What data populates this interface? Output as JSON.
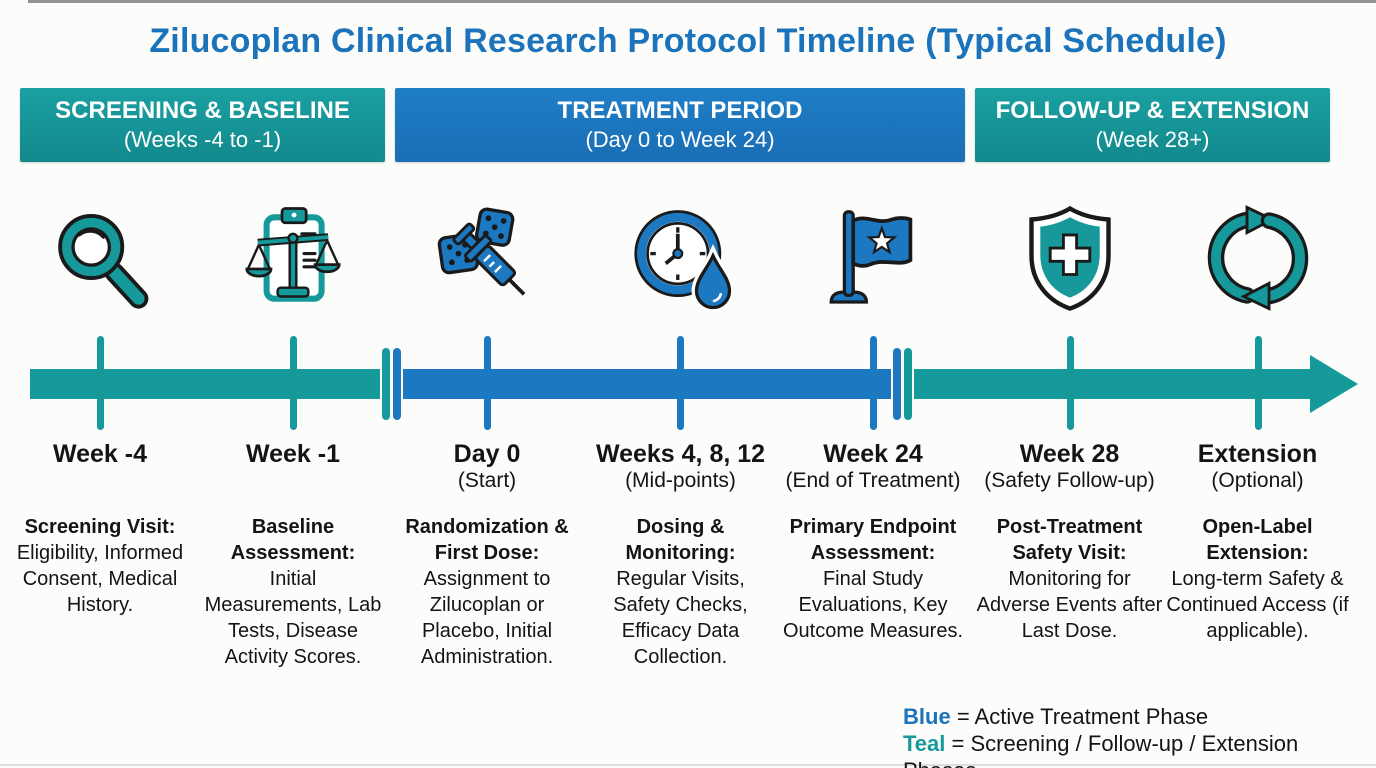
{
  "title": "Zilucoplan Clinical Research Protocol Timeline (Typical Schedule)",
  "colors": {
    "blue": "#1d78c2",
    "teal": "#16999b",
    "title_blue": "#1b74bb",
    "text": "#141414",
    "background": "#fcfcfa"
  },
  "phases": [
    {
      "name": "SCREENING & BASELINE",
      "range": "(Weeks -4 to -1)",
      "color": "teal"
    },
    {
      "name": "TREATMENT PERIOD",
      "range": "(Day 0 to Week 24)",
      "color": "blue"
    },
    {
      "name": "FOLLOW-UP & EXTENSION",
      "range": "(Week 28+)",
      "color": "teal"
    }
  ],
  "milestones": [
    {
      "icon": "magnifier-icon",
      "label": "Week -4",
      "sublabel": "",
      "heading": "Screening Visit:",
      "body": "Eligibility, Informed Consent, Medical History.",
      "color": "teal"
    },
    {
      "icon": "balance-clipboard-icon",
      "label": "Week -1",
      "sublabel": "",
      "heading": "Baseline Assessment:",
      "body": "Initial Measurements, Lab Tests, Disease Activity Scores.",
      "color": "teal"
    },
    {
      "icon": "dice-syringe-icon",
      "label": "Day 0",
      "sublabel": "(Start)",
      "heading": "Randomization & First Dose:",
      "body": "Assignment to Zilucoplan or Placebo, Initial Administration.",
      "color": "blue"
    },
    {
      "icon": "clock-droplet-icon",
      "label": "Weeks 4, 8, 12",
      "sublabel": "(Mid-points)",
      "heading": "Dosing & Monitoring:",
      "body": "Regular Visits, Safety Checks, Efficacy Data Collection.",
      "color": "blue"
    },
    {
      "icon": "flag-star-icon",
      "label": "Week 24",
      "sublabel": "(End of Treatment)",
      "heading": "Primary Endpoint Assessment:",
      "body": "Final Study Evaluations, Key Outcome Measures.",
      "color": "blue"
    },
    {
      "icon": "shield-cross-icon",
      "label": "Week 28",
      "sublabel": "(Safety Follow-up)",
      "heading": "Post-Treatment Safety Visit:",
      "body": "Monitoring for Adverse Events after Last Dose.",
      "color": "teal"
    },
    {
      "icon": "cycle-arrows-icon",
      "label": "Extension",
      "sublabel": "(Optional)",
      "heading": "Open-Label Extension:",
      "body": "Long-term Safety & Continued Access (if applicable).",
      "color": "teal"
    }
  ],
  "legend": [
    {
      "term": "Blue",
      "rest": "= Active Treatment Phase"
    },
    {
      "term": "Teal",
      "rest": "= Screening / Follow-up / Extension Phases"
    }
  ]
}
